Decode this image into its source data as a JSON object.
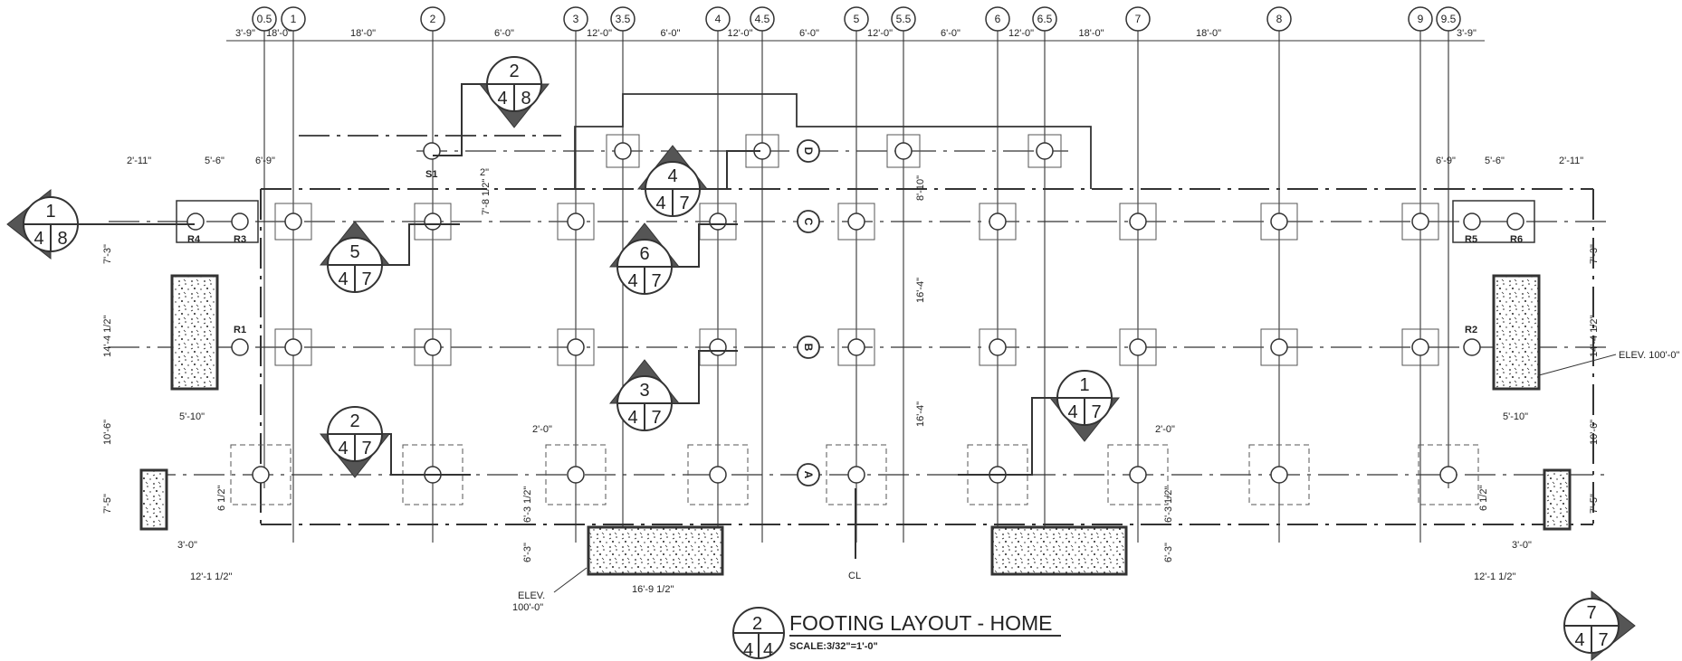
{
  "drawing": {
    "title": "FOOTING LAYOUT - HOME",
    "scale": "SCALE:3/32\"=1'-0\"",
    "title_tag": {
      "num": "2",
      "sheet_a": "4",
      "sheet_b": "4"
    }
  },
  "grid_columns": [
    "0.5",
    "1",
    "2",
    "3",
    "3.5",
    "4",
    "4.5",
    "5",
    "5.5",
    "6",
    "6.5",
    "7",
    "8",
    "9",
    "9.5"
  ],
  "grid_rows": [
    "D",
    "C",
    "B",
    "A"
  ],
  "top_dimensions": [
    "3'-9\"",
    "18'-0\"",
    "18'-0\"",
    "6'-0\"",
    "12'-0\"",
    "6'-0\"",
    "12'-0\"",
    "6'-0\"",
    "12'-0\"",
    "6'-0\"",
    "12'-0\"",
    "18'-0\"",
    "18'-0\"",
    "3'-9\""
  ],
  "dimensions": {
    "left_top_a": "2'-11\"",
    "left_top_b": "5'-6\"",
    "left_top_c": "6'-9\"",
    "right_top_a": "6'-9\"",
    "right_top_b": "5'-6\"",
    "right_top_c": "2'-11\"",
    "left_v1": "7'-3\"",
    "left_v2": "14'-4 1/2\"",
    "left_v3": "10'-6\"",
    "left_v4": "7'-5\"",
    "right_v1": "7'-3\"",
    "right_v2": "14'-4 1/2\"",
    "right_v3": "10'-6\"",
    "right_v4": "7'-5\"",
    "left_pad_w": "5'-10\"",
    "right_pad_w": "5'-10\"",
    "left_small_w": "3'-0\"",
    "right_small_w": "3'-0\"",
    "left_bottom": "12'-1 1/2\"",
    "right_bottom": "12'-1 1/2\"",
    "left_half": "6 1/2\"",
    "right_half": "6 1/2\"",
    "s1_dim": "2\"",
    "s1_offset": "7'-8 1/2\"",
    "center_v1": "8'-10\"",
    "center_v2": "16'-4\"",
    "center_v3": "16'-4\"",
    "bottom_pad_w": "16'-9 1/2\"",
    "footing_a": "2'-0\"",
    "footing_b": "2'-0\"",
    "mid_v1": "6'-3 1/2\"",
    "mid_v2": "6'-3\"",
    "mid_v3": "6'-3 1/2\"",
    "mid_v4": "6'-3\""
  },
  "labels": {
    "r1": "R1",
    "r2": "R2",
    "r3": "R3",
    "r4": "R4",
    "r5": "R5",
    "r6": "R6",
    "s1": "S1",
    "elev_right": "ELEV. 100'-0\"",
    "elev_bottom_1": "ELEV.",
    "elev_bottom_2": "100'-0\"",
    "centerline": "CL"
  },
  "section_tags": [
    {
      "num": "1",
      "a": "4",
      "b": "8"
    },
    {
      "num": "2",
      "a": "4",
      "b": "8"
    },
    {
      "num": "5",
      "a": "4",
      "b": "7"
    },
    {
      "num": "4",
      "a": "4",
      "b": "7"
    },
    {
      "num": "6",
      "a": "4",
      "b": "7"
    },
    {
      "num": "3",
      "a": "4",
      "b": "7"
    },
    {
      "num": "2",
      "a": "4",
      "b": "7"
    },
    {
      "num": "1",
      "a": "4",
      "b": "7"
    },
    {
      "num": "7",
      "a": "4",
      "b": "7"
    }
  ],
  "colors": {
    "ink": "#333333",
    "fill": "#555555",
    "paper": "#ffffff"
  }
}
